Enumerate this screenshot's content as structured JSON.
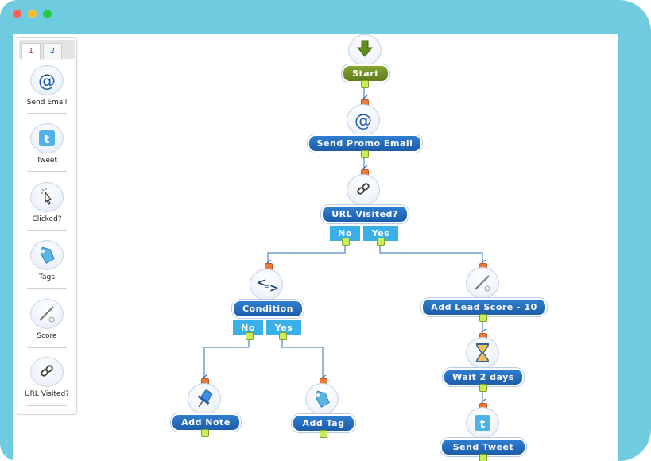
{
  "window": {
    "controls": [
      "close",
      "minimize",
      "maximize"
    ],
    "colors": {
      "frame": "#6ecbe0",
      "canvas": "#ffffff",
      "node_label": "#1d5da8",
      "start_label": "#6f8d22",
      "branch": "#3ab0ea",
      "input_pin": "#f07a3a",
      "output_pin": "#c7ef5a"
    }
  },
  "palette": {
    "tabs": [
      {
        "label": "1"
      },
      {
        "label": "2"
      }
    ],
    "items": [
      {
        "label": "Send Email",
        "icon": "at-icon"
      },
      {
        "label": "Tweet",
        "icon": "twitter-icon"
      },
      {
        "label": "Clicked?",
        "icon": "click-icon"
      },
      {
        "label": "Tags",
        "icon": "tag-icon"
      },
      {
        "label": "Score",
        "icon": "score-icon"
      },
      {
        "label": "URL Visited?",
        "icon": "link-icon"
      }
    ]
  },
  "flow": {
    "start": {
      "label": "Start",
      "icon": "arrow-down-icon"
    },
    "send_promo": {
      "label": "Send Promo Email",
      "icon": "at-icon"
    },
    "url_visited": {
      "label": "URL Visited?",
      "icon": "link-icon",
      "no": "No",
      "yes": "Yes"
    },
    "condition": {
      "label": "Condition",
      "icon": "condition-icon",
      "no": "No",
      "yes": "Yes"
    },
    "lead_score": {
      "label": "Add Lead Score - 10",
      "icon": "score-icon"
    },
    "wait": {
      "label": "Wait 2 days",
      "icon": "hourglass-icon"
    },
    "add_note": {
      "label": "Add Note",
      "icon": "pin-icon"
    },
    "add_tag": {
      "label": "Add Tag",
      "icon": "tag-icon"
    },
    "send_tweet": {
      "label": "Send Tweet",
      "icon": "twitter-icon"
    }
  }
}
